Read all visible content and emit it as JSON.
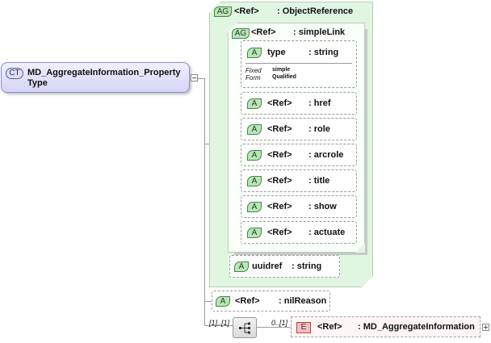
{
  "complex_type": {
    "badge": "CT",
    "name_line1": "MD_AggregateInformation_Property",
    "name_line2": "Type"
  },
  "attribute_group_outer": {
    "badge": "AG",
    "ref": "<Ref>",
    "type": ": ObjectReference"
  },
  "attribute_group_inner": {
    "badge": "AG",
    "ref": "<Ref>",
    "type": ": simpleLink"
  },
  "type_attribute": {
    "badge": "A",
    "name": "type",
    "type": ": string",
    "fixed_label": "Fixed",
    "fixed_value": "simple",
    "form_label": "Form",
    "form_value": "Qualified"
  },
  "ref_attributes": [
    {
      "badge": "A",
      "ref": "<Ref>",
      "name": ": href"
    },
    {
      "badge": "A",
      "ref": "<Ref>",
      "name": ": role"
    },
    {
      "badge": "A",
      "ref": "<Ref>",
      "name": ": arcrole"
    },
    {
      "badge": "A",
      "ref": "<Ref>",
      "name": ": title"
    },
    {
      "badge": "A",
      "ref": "<Ref>",
      "name": ": show"
    },
    {
      "badge": "A",
      "ref": "<Ref>",
      "name": ": actuate"
    }
  ],
  "uuidref_attribute": {
    "badge": "A",
    "name": "uuidref",
    "type": ": string"
  },
  "nilreason_attribute": {
    "badge": "A",
    "ref": "<Ref>",
    "name": ": nilReason"
  },
  "sequence": {
    "occurrence": "[1]..[1]"
  },
  "element": {
    "badge": "E",
    "ref": "<Ref>",
    "name": ": MD_AggregateInformation",
    "occurrence": "0..[1]"
  },
  "icons": {
    "collapse": "minus-square-icon",
    "expand": "plus-square-icon",
    "sequence": "sequence-compositor-icon"
  }
}
